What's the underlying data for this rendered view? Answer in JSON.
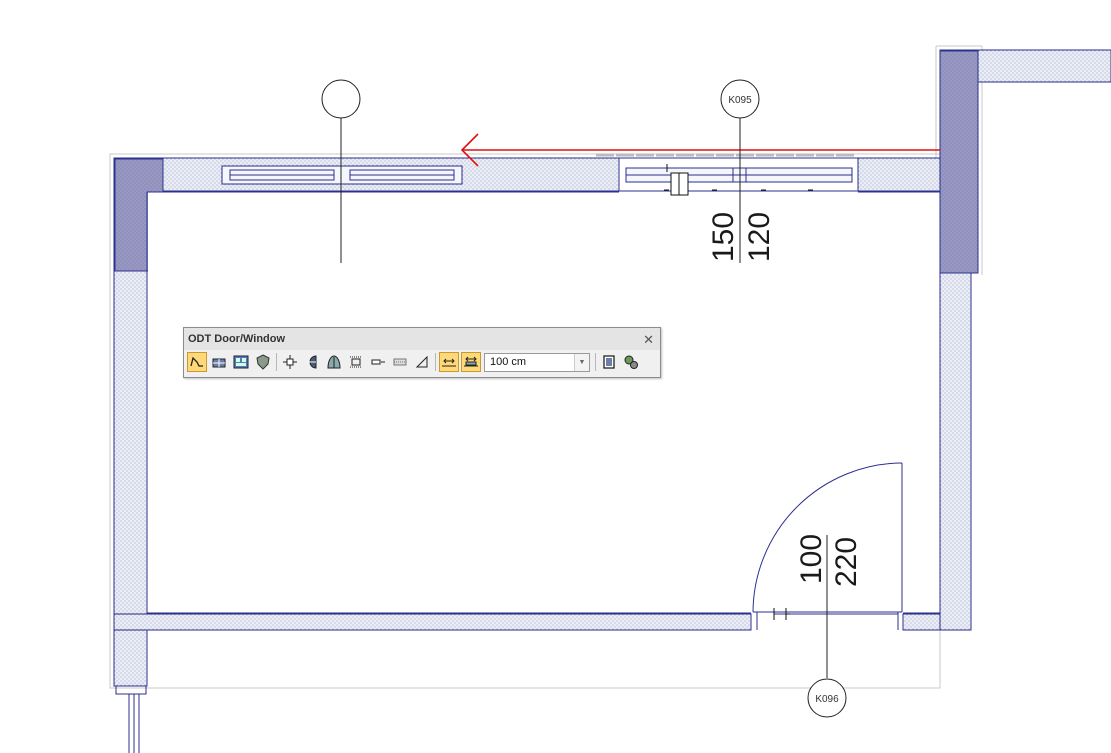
{
  "toolbar": {
    "title": "ODT Door/Window",
    "close_glyph": "✕",
    "combo_value": "100 cm",
    "buttons": [
      {
        "icon": "polyline-icon",
        "active": true
      },
      {
        "icon": "window-frame-icon",
        "active": false
      },
      {
        "icon": "window-grid-icon",
        "active": false
      },
      {
        "icon": "shield-icon",
        "active": false
      },
      {
        "icon": "move-arrows-icon",
        "active": false
      },
      {
        "icon": "half-circle-left-icon",
        "active": false
      },
      {
        "icon": "half-circle-right-icon",
        "active": false
      },
      {
        "icon": "fit-bracket-icon",
        "active": false
      },
      {
        "icon": "offset-icon",
        "active": false
      },
      {
        "icon": "wall-hatch-icon",
        "active": false
      },
      {
        "icon": "triangle-icon",
        "active": false
      },
      {
        "icon": "mirror-horizontal-icon",
        "active": true
      },
      {
        "icon": "mirror-width-icon",
        "active": true
      },
      {
        "icon": "door-panel-icon",
        "active": false
      },
      {
        "icon": "gears-icon",
        "active": false
      }
    ]
  },
  "annotations": {
    "window_label_top": "150",
    "window_label_bottom": "120",
    "window_tag": "K095",
    "door_label_top": "100",
    "door_label_bottom": "220",
    "door_tag": "K096"
  },
  "colors": {
    "wall_fill": "#e6e9f2",
    "wall_line": "#2b2f8f",
    "column_fill": "#9b9bc4",
    "arrow": "#e01010"
  }
}
